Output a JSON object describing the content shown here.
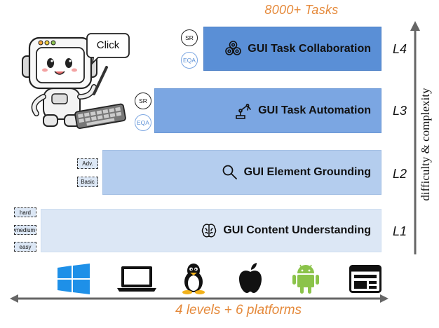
{
  "header": {
    "tasks_label": "8000+ Tasks"
  },
  "footer": {
    "summary_label": "4 levels + 6 platforms"
  },
  "mascot": {
    "speech": "Click"
  },
  "y_axis": {
    "label": "difficulty & complexity"
  },
  "levels": [
    {
      "code": "L4",
      "name": "GUI Task Collaboration",
      "icon": "gears-icon",
      "badges": [
        "SR",
        "EQA"
      ]
    },
    {
      "code": "L3",
      "name": "GUI Task Automation",
      "icon": "robot-arm-icon",
      "badges": [
        "SR",
        "EQA"
      ]
    },
    {
      "code": "L2",
      "name": "GUI Element Grounding",
      "icon": "magnifier-icon",
      "tags": [
        "Adv.",
        "Basic"
      ]
    },
    {
      "code": "L1",
      "name": "GUI Content Understanding",
      "icon": "brain-icon",
      "tags": [
        "hard",
        "medium",
        "easy"
      ]
    }
  ],
  "platforms": [
    {
      "name": "windows",
      "icon": "windows-logo-icon",
      "color": "#1E90E8"
    },
    {
      "name": "macos-laptop",
      "icon": "laptop-icon",
      "color": "#111111"
    },
    {
      "name": "linux",
      "icon": "tux-penguin-icon",
      "color": "#111111"
    },
    {
      "name": "ios",
      "icon": "apple-logo-icon",
      "color": "#111111"
    },
    {
      "name": "android",
      "icon": "android-robot-icon",
      "color": "#8BC34A"
    },
    {
      "name": "web",
      "icon": "web-browser-icon",
      "color": "#111111"
    }
  ],
  "colors": {
    "accent_orange": "#E5893A",
    "l4": "#5A8FD6",
    "l3": "#7BA6E2",
    "l2": "#B4CDEE",
    "l1": "#DCE7F5"
  }
}
